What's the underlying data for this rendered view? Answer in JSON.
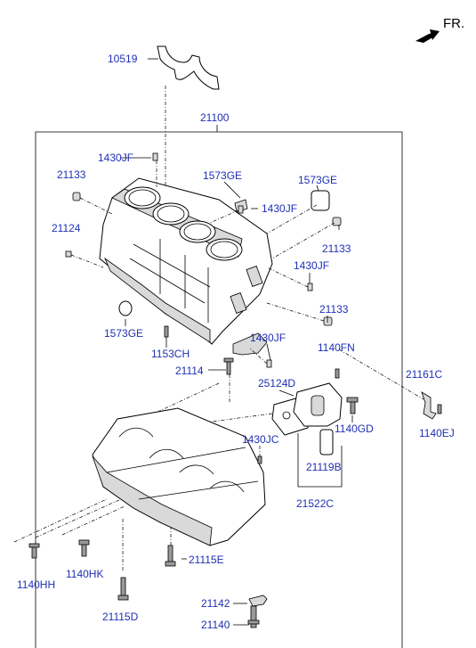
{
  "header": {
    "fr_label": "FR."
  },
  "parts": {
    "p10519": "10519",
    "p21100": "21100",
    "p1430JF_a": "1430JF",
    "p21133_a": "21133",
    "p1573GE_a": "1573GE",
    "p1573GE_b": "1573GE",
    "p1430JF_b": "1430JF",
    "p21124": "21124",
    "p21133_b": "21133",
    "p1430JF_c": "1430JF",
    "p21133_c": "21133",
    "p1573GE_c": "1573GE",
    "p1153CH": "1153CH",
    "p1430JF_d": "1430JF",
    "p1140FN": "1140FN",
    "p21114": "21114",
    "p25124D": "25124D",
    "p21161C": "21161C",
    "p1140GD": "1140GD",
    "p1140EJ": "1140EJ",
    "p1430JC": "1430JC",
    "p21119B": "21119B",
    "p21522C": "21522C",
    "p21115E": "21115E",
    "p1140HH": "1140HH",
    "p1140HK": "1140HK",
    "p21115D": "21115D",
    "p21142": "21142",
    "p21140": "21140"
  }
}
